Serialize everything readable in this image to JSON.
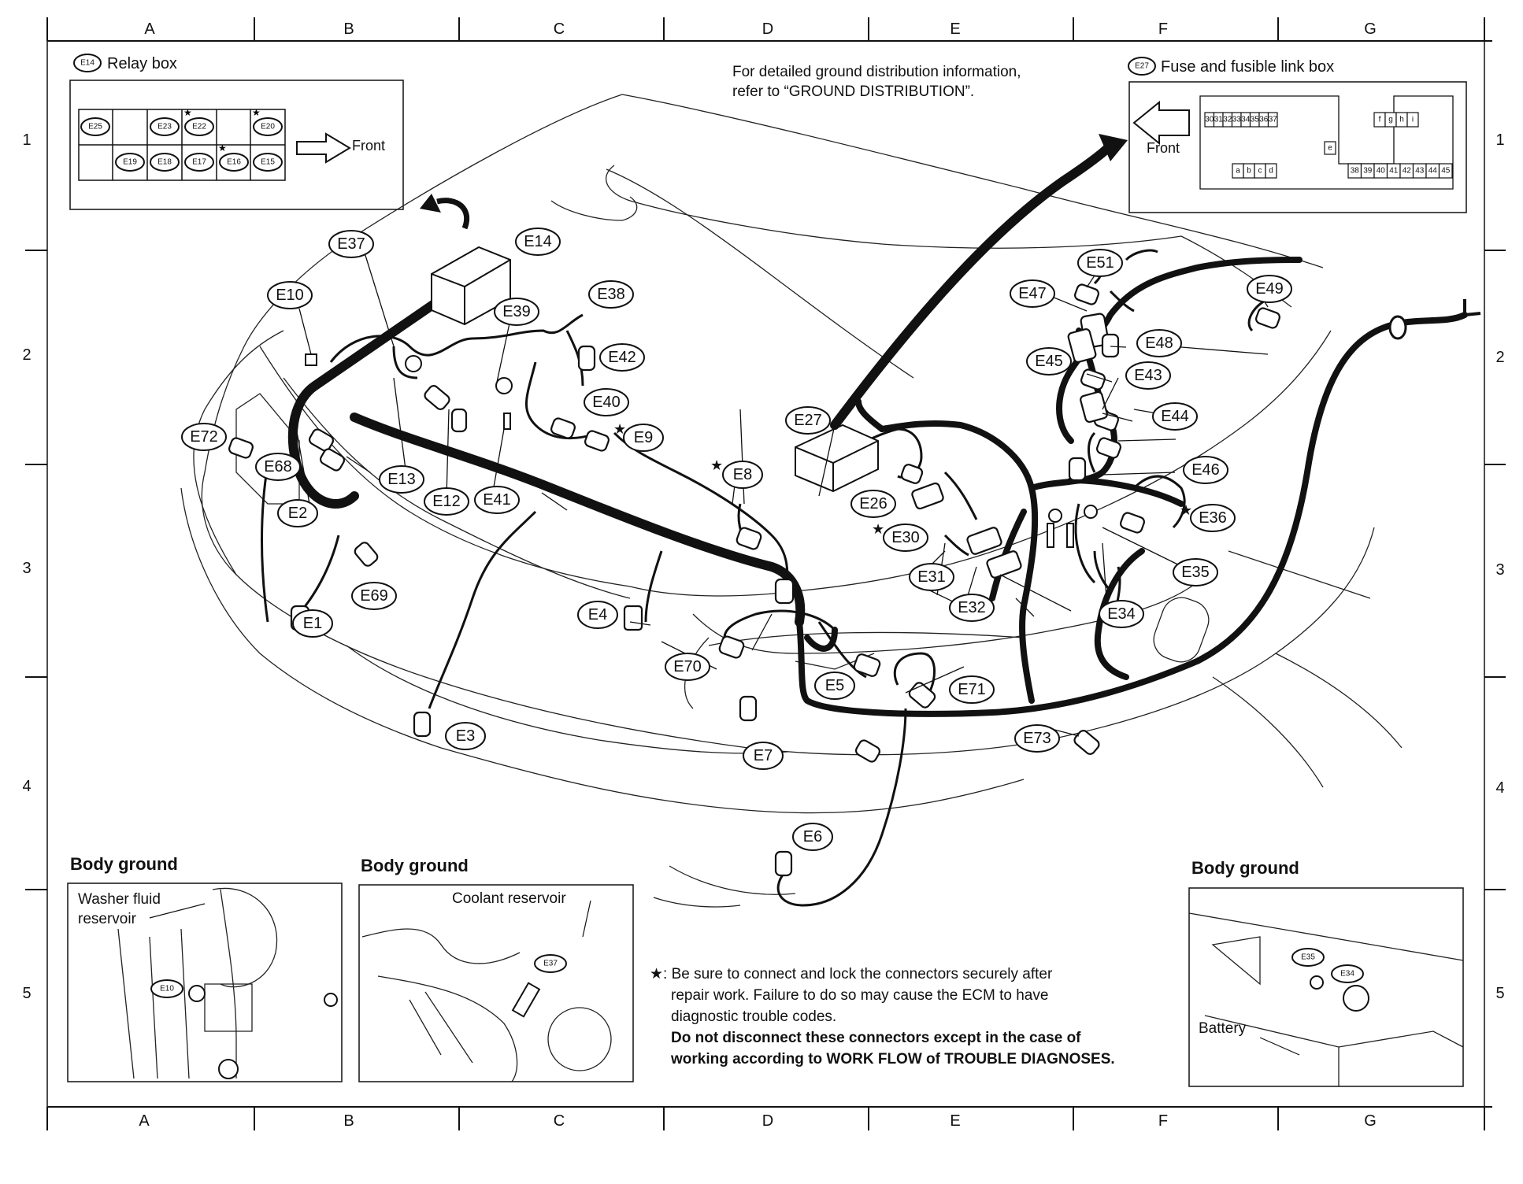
{
  "grid": {
    "columns": [
      "A",
      "B",
      "C",
      "D",
      "E",
      "F",
      "G"
    ],
    "rows": [
      "1",
      "2",
      "3",
      "4",
      "5"
    ]
  },
  "insets": {
    "relay_box": {
      "badge": "E14",
      "title": "Relay box",
      "front": "Front",
      "cells_top": [
        "E25",
        "",
        "E23",
        "E22",
        "",
        "E20"
      ],
      "cells_bottom": [
        "",
        "E19",
        "E18",
        "E17",
        "E16",
        "E15"
      ]
    },
    "fuse_box": {
      "badge": "E27",
      "title": "Fuse and fusible link box",
      "front": "Front",
      "fuses_top": [
        "30",
        "31",
        "32",
        "33",
        "34",
        "35",
        "36",
        "37"
      ],
      "links_top": [
        "f",
        "g",
        "h",
        "i"
      ],
      "link_e": "e",
      "links_bottom": [
        "a",
        "b",
        "c",
        "d"
      ],
      "fuses_bottom": [
        "38",
        "39",
        "40",
        "41",
        "42",
        "43",
        "44",
        "45"
      ]
    },
    "ground_note": "For detailed ground distribution information, refer to “GROUND DISTRIBUTION”."
  },
  "body_ground_panels": [
    {
      "title": "Body ground",
      "label1": "Washer fluid",
      "label2": "reservoir",
      "connector": "E10"
    },
    {
      "title": "Body ground",
      "label1": "Coolant reservoir",
      "connector": "E37"
    },
    {
      "title": "Body ground",
      "label1": "Battery",
      "connector_a": "E35",
      "connector_b": "E34"
    }
  ],
  "note": {
    "line1": "★: Be sure to connect and lock the connectors securely after",
    "line2": "repair work. Failure to do so may cause the ECM to have",
    "line3": "diagnostic trouble codes.",
    "line4": "Do not disconnect these connectors except in the case of",
    "line5": "working according to WORK FLOW of TROUBLE DIAGNOSES."
  },
  "connectors": {
    "E1": "E1",
    "E2": "E2",
    "E3": "E3",
    "E4": "E4",
    "E5": "E5",
    "E6": "E6",
    "E7": "E7",
    "E8": "E8",
    "E9": "E9",
    "E10": "E10",
    "E12": "E12",
    "E13": "E13",
    "E14": "E14",
    "E26": "E26",
    "E27": "E27",
    "E30": "E30",
    "E31": "E31",
    "E32": "E32",
    "E34": "E34",
    "E35": "E35",
    "E36": "E36",
    "E37": "E37",
    "E38": "E38",
    "E39": "E39",
    "E40": "E40",
    "E41": "E41",
    "E42": "E42",
    "E43": "E43",
    "E44": "E44",
    "E45": "E45",
    "E46": "E46",
    "E47": "E47",
    "E48": "E48",
    "E49": "E49",
    "E51": "E51",
    "E68": "E68",
    "E69": "E69",
    "E70": "E70",
    "E71": "E71",
    "E72": "E72",
    "E73": "E73"
  },
  "star": "★"
}
